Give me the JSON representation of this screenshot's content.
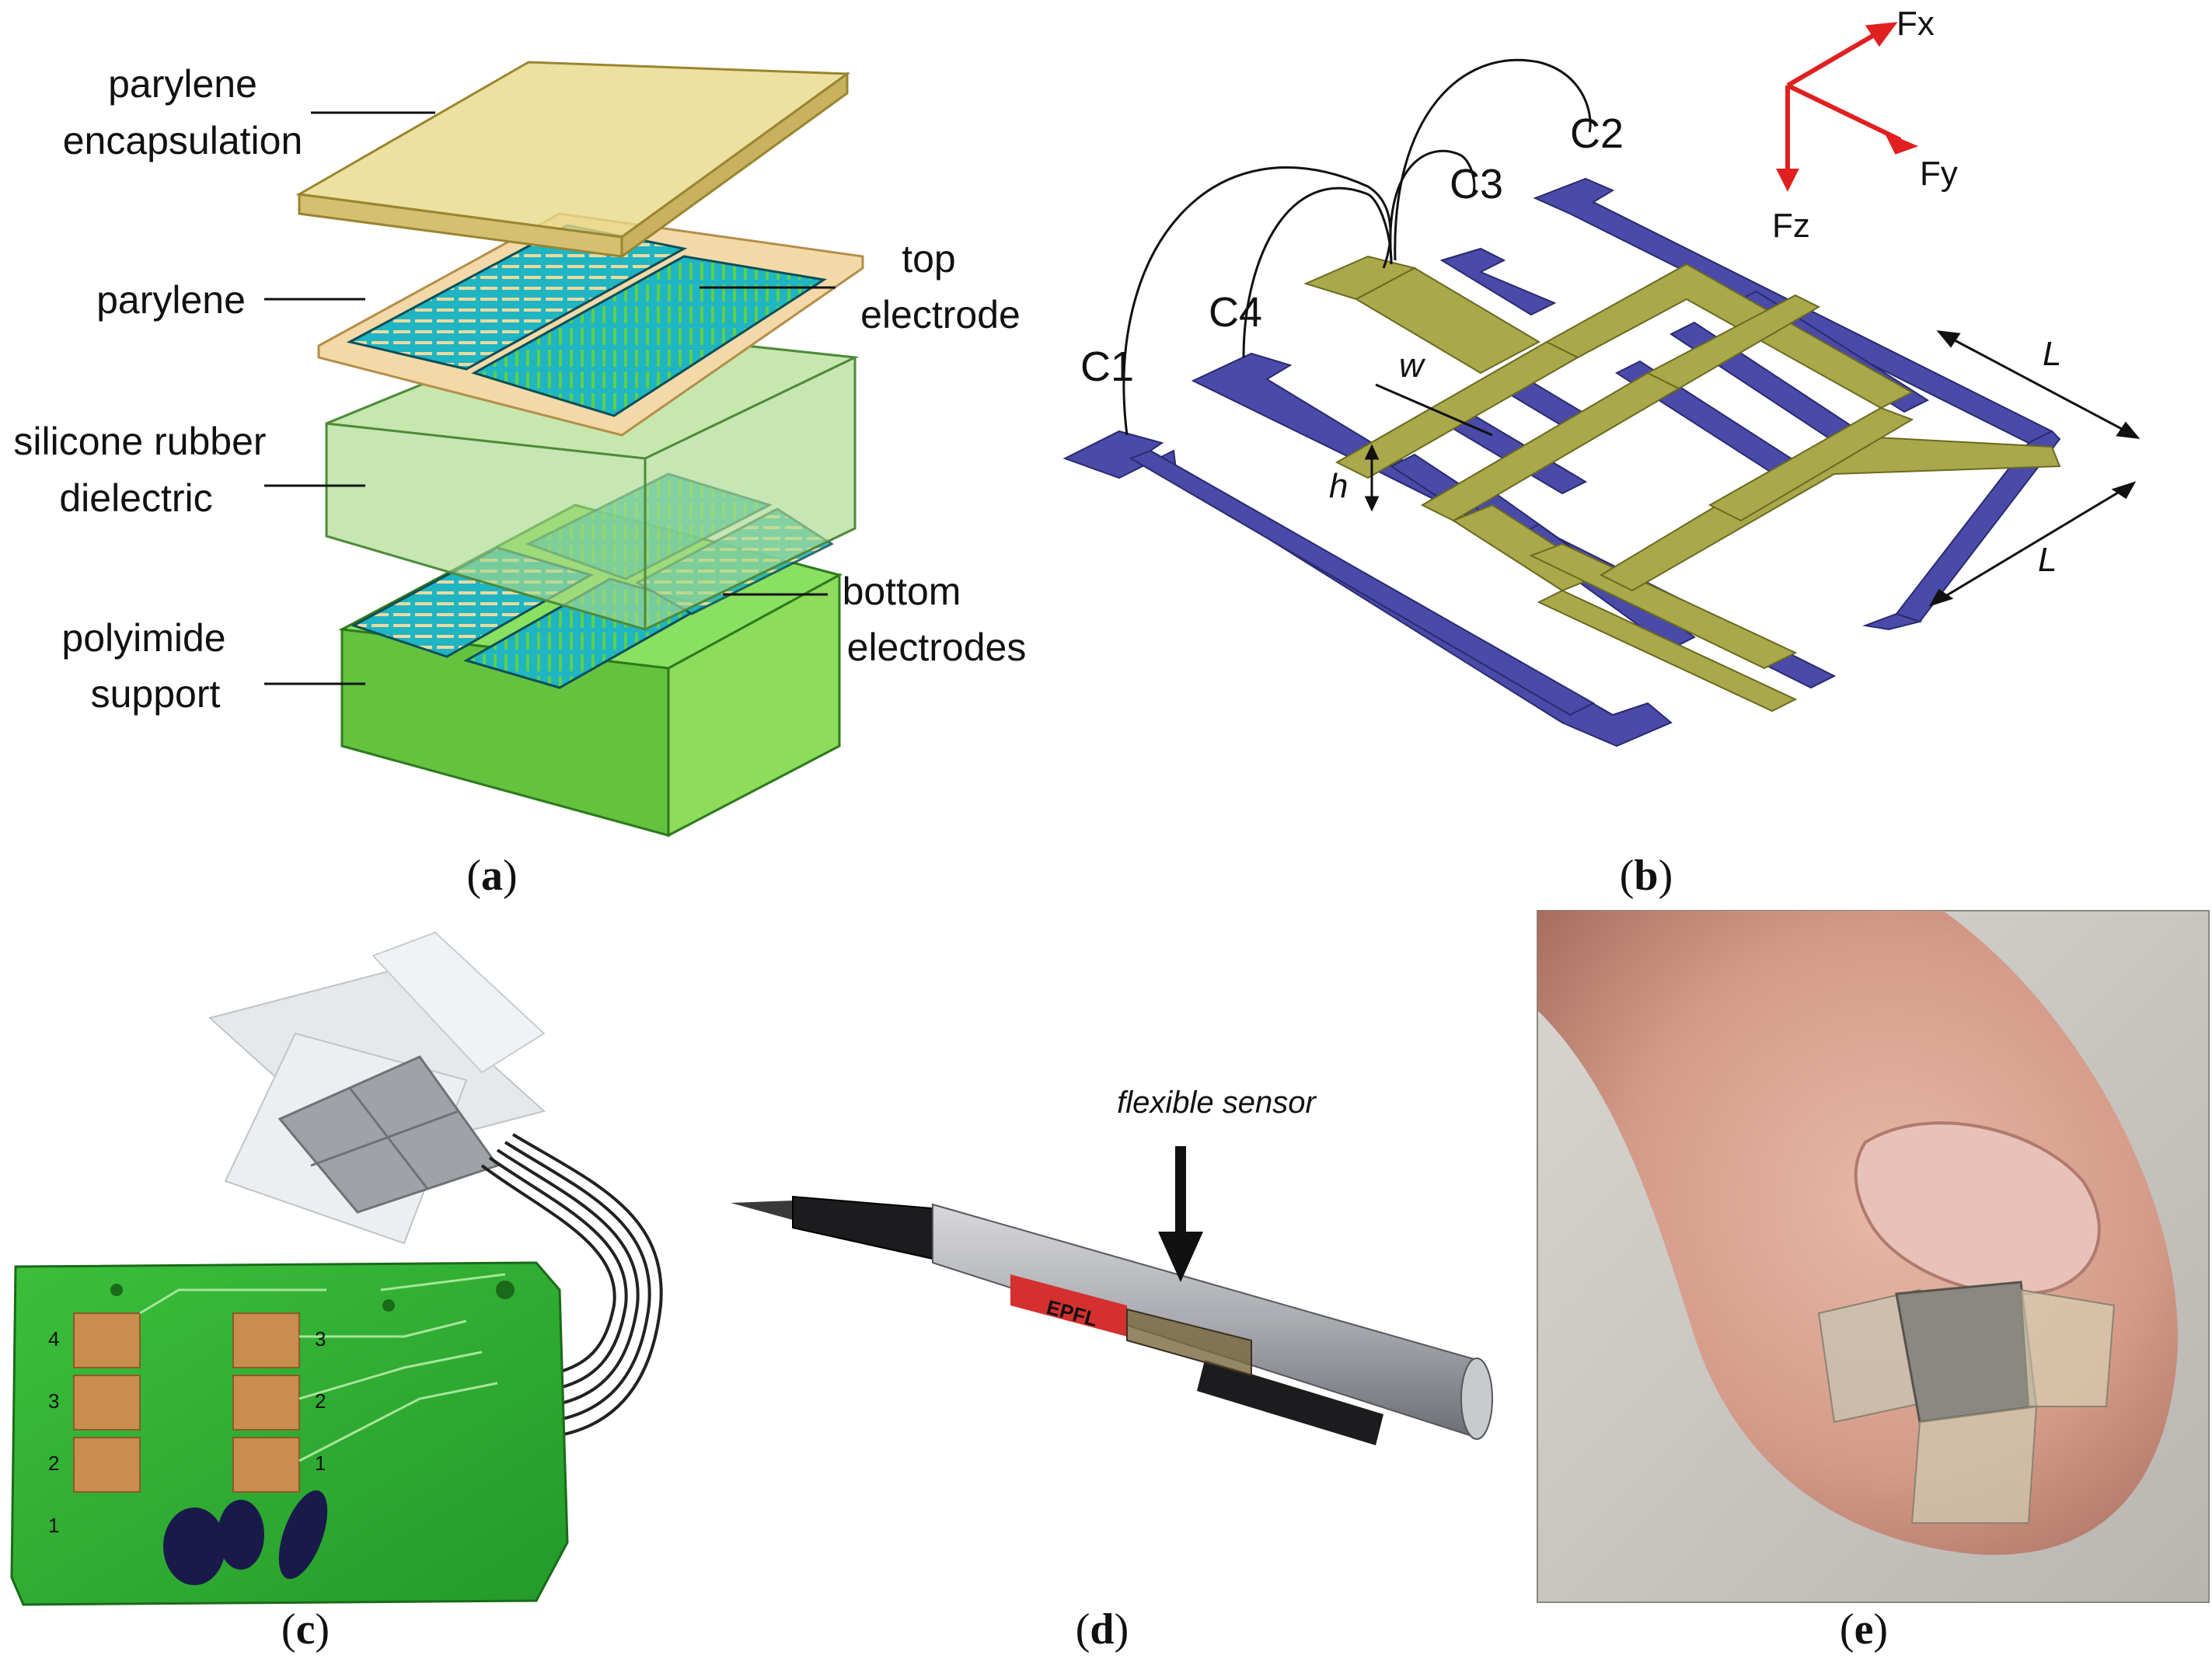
{
  "panel_a": {
    "labels": {
      "parylene_encapsulation": [
        "parylene",
        "encapsulation"
      ],
      "parylene": "parylene",
      "top_electrode": [
        "top",
        "electrode"
      ],
      "silicone": [
        "silicone rubber",
        "dielectric"
      ],
      "polyimide": [
        "polyimide",
        "support"
      ],
      "bottom_electrodes": [
        "bottom",
        "electrodes"
      ]
    },
    "caption": {
      "open": "(",
      "letter": "a",
      "close": ")"
    }
  },
  "panel_b": {
    "labels": {
      "c1": "C1",
      "c2": "C2",
      "c3": "C3",
      "c4": "C4",
      "w": "w",
      "h": "h",
      "l1": "L",
      "l2": "L"
    },
    "axes": {
      "fx": "Fx",
      "fy": "Fy",
      "fz": "Fz"
    },
    "caption": {
      "open": "(",
      "letter": "b",
      "close": ")"
    }
  },
  "panel_c": {
    "caption": {
      "open": "(",
      "letter": "c",
      "close": ")"
    },
    "board_marks": [
      "4",
      "3",
      "2",
      "1",
      "3",
      "2",
      "1"
    ]
  },
  "panel_d": {
    "annotation": "flexible sensor",
    "pen_brand": "EPFL",
    "caption": {
      "open": "(",
      "letter": "d",
      "close": ")"
    }
  },
  "panel_e": {
    "caption": {
      "open": "(",
      "letter": "e",
      "close": ")"
    }
  },
  "colors": {
    "yellow_layer": "#e9d98a",
    "cyan_electrode": "#1fb5c3",
    "green_dielectric": "#a8d98a",
    "green_support": "#6fce4a",
    "blue_electrode": "#4a4aa8",
    "olive_electrode": "#a9a84a",
    "axis_red": "#e02020",
    "pcb_green": "#3db23a",
    "copper": "#c98d4d"
  }
}
